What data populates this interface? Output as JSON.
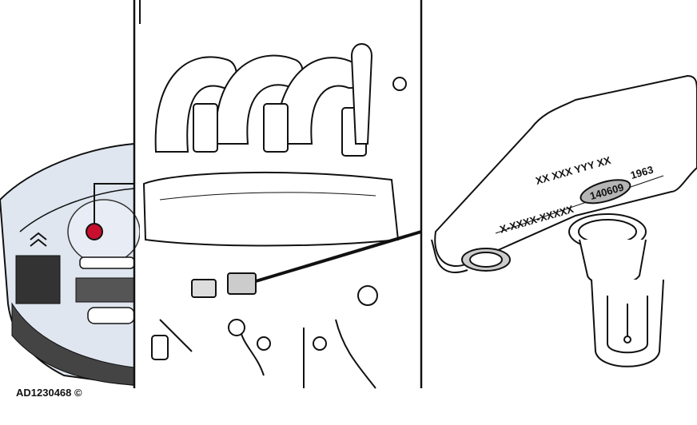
{
  "figure": {
    "reference": "AD1230468 ©",
    "sensor_label": {
      "line1": "XX XXX YYY XX",
      "line2": "X-XXXX-XXXXX",
      "date_code": "140609",
      "suffix": "1963"
    },
    "colors": {
      "car_body": "#dfe6f0",
      "location_marker": "#c8102e",
      "date_highlight": "#b5b5b5"
    }
  }
}
